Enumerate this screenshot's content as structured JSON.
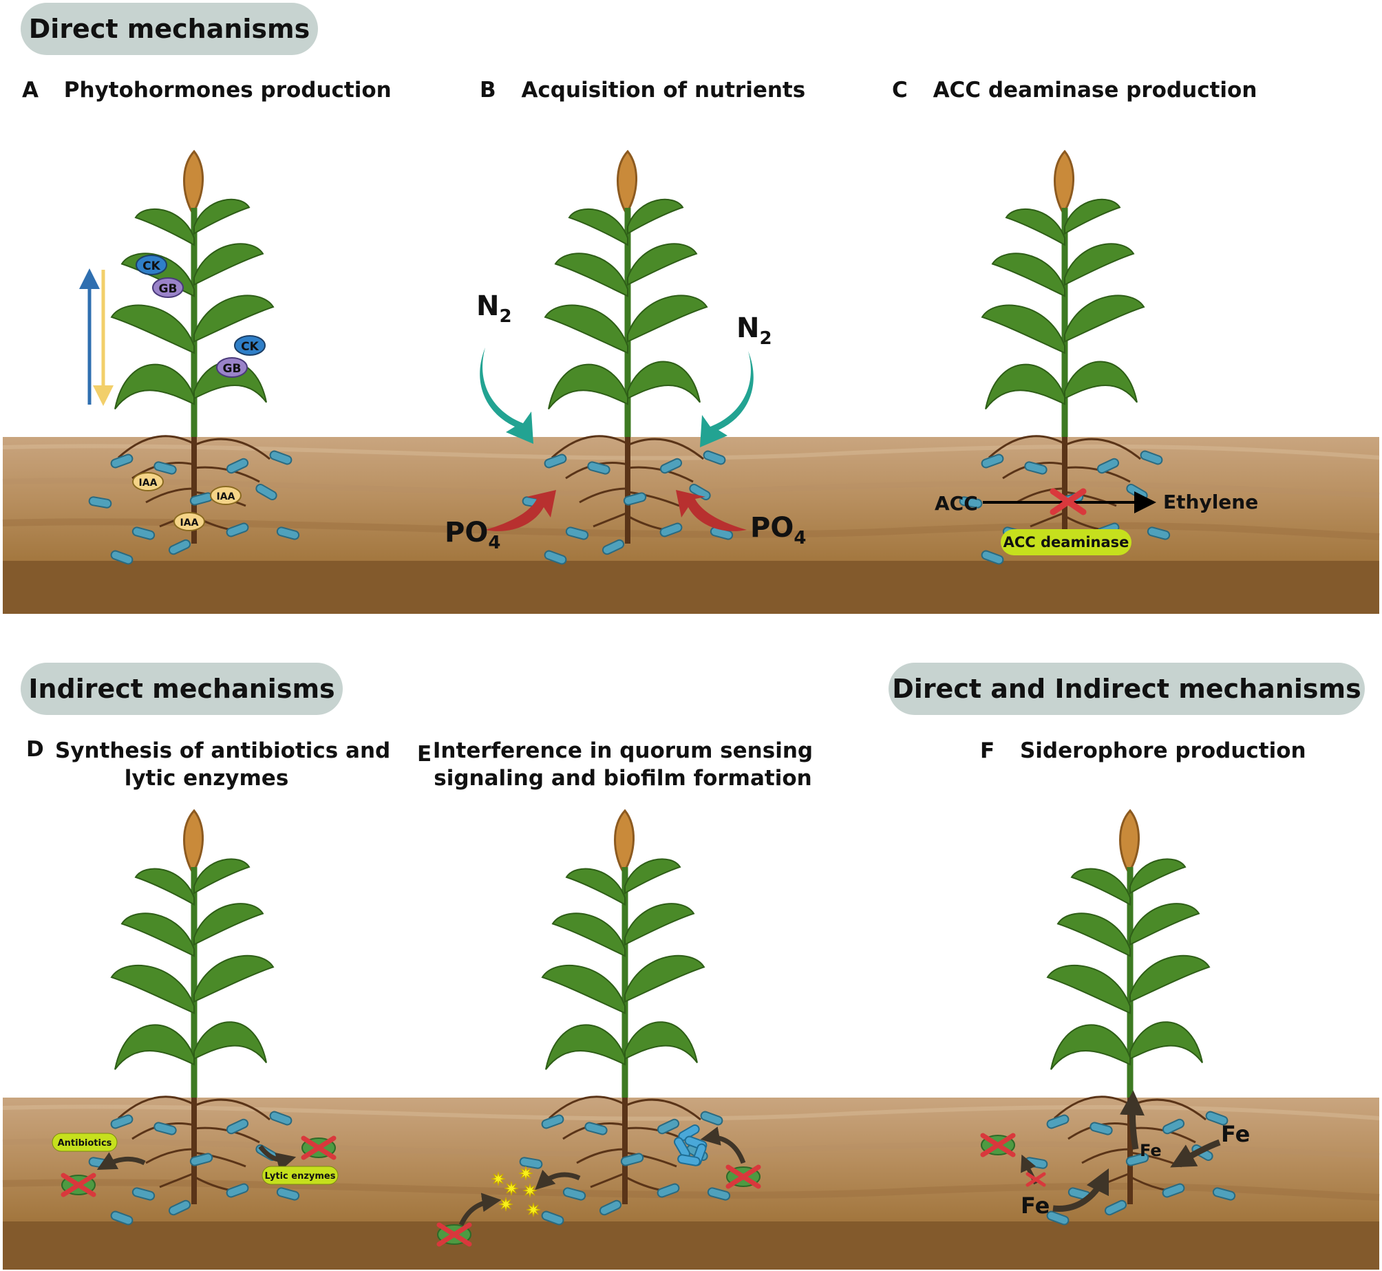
{
  "groups": {
    "direct": "Direct mechanisms",
    "indirect": "Indirect mechanisms",
    "both": "Direct and Indirect mechanisms"
  },
  "panels": {
    "a": {
      "letter": "A",
      "title": "Phytohormones production",
      "tags": {
        "ck": "CK",
        "gb": "GB",
        "iaa": "IAA"
      }
    },
    "b": {
      "letter": "B",
      "title": "Acquisition of nutrients",
      "n2": "N",
      "n2_sub": "2",
      "po4": "PO",
      "po4_sub": "4"
    },
    "c": {
      "letter": "C",
      "title": "ACC deaminase production",
      "acc": "ACC",
      "ethylene": "Ethylene",
      "enzyme": "ACC deaminase"
    },
    "d": {
      "letter": "D",
      "title_line1": "Synthesis of antibiotics and",
      "title_line2": "lytic enzymes",
      "antibiotics": "Antibiotics",
      "lytic": "Lytic enzymes"
    },
    "e": {
      "letter": "E",
      "title_line1": "Interference in quorum sensing",
      "title_line2": "signaling and biofilm formation"
    },
    "f": {
      "letter": "F",
      "title": "Siderophore production",
      "fe": "Fe"
    }
  },
  "colors": {
    "pill": "#c7d3d0",
    "leaf": "#4a8a28",
    "grain": "#c98a3a",
    "soil_top": "#c9a57f",
    "soil_bottom": "#835a2c",
    "root": "#5a3418",
    "bacteria": "#4fa1bc",
    "n2_arrow": "#22a392",
    "po4_arrow": "#b8302f",
    "cross": "#d9383c",
    "pathogen": "#4e9a42",
    "enzyme_label": "#c6e01d"
  }
}
